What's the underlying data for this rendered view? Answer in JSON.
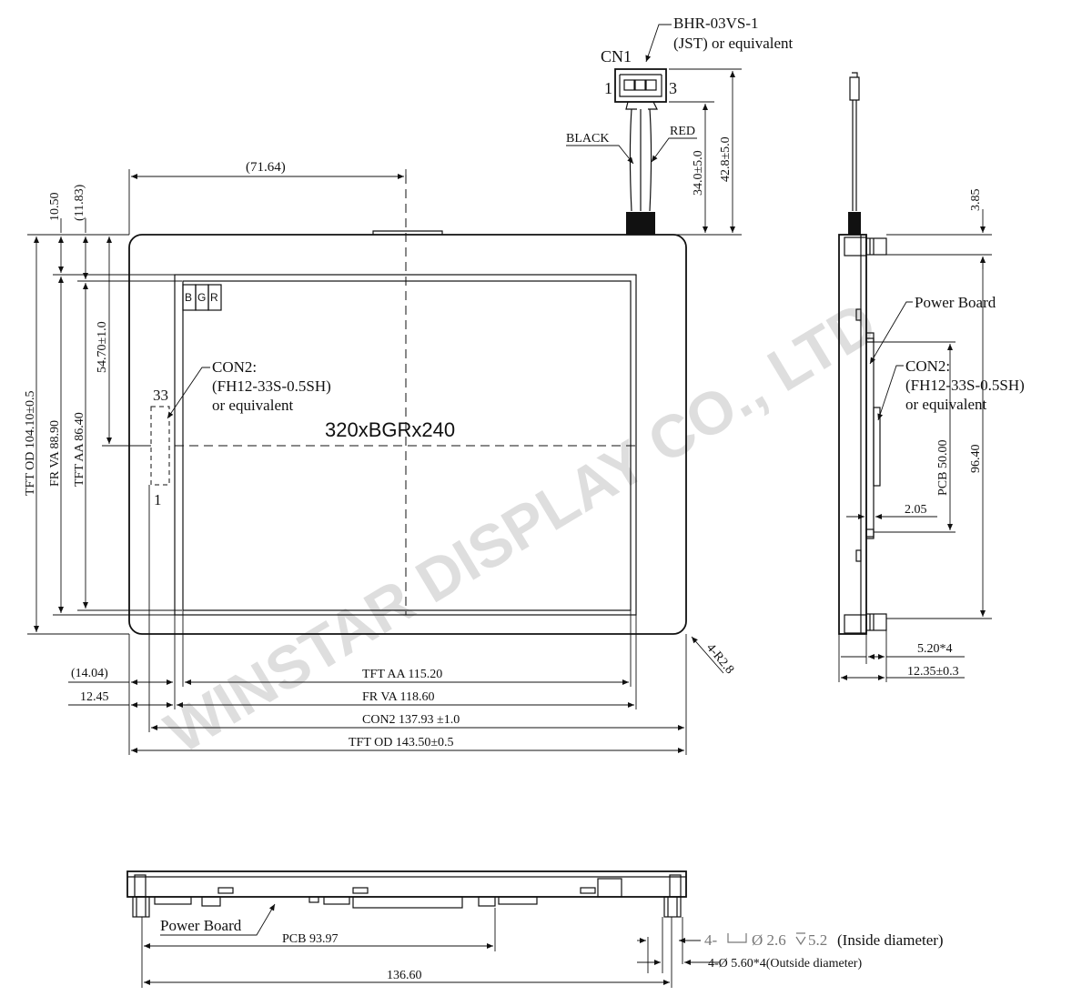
{
  "connector_cn1": {
    "part": "BHR-03VS-1",
    "vendor": "(JST) or  equivalent",
    "label": "CN1",
    "pin_first": "1",
    "pin_last": "3",
    "wire_black": "BLACK",
    "wire_red": "RED",
    "dim_cable": "34.0±5.0",
    "dim_total": "42.8±5.0"
  },
  "front_view": {
    "top_dim": "(71.64)",
    "dim_10_50": "10.50",
    "dim_11_83": "(11.83)",
    "dim_tft_od_h": "TFT OD 104.10±0.5",
    "dim_fr_va_h": "FR VA 88.90",
    "dim_tft_aa_h": "TFT AA 86.40",
    "dim_54_70": "54.70±1.0",
    "resolution": "320xBGRx240",
    "sub_b": "B",
    "sub_g": "G",
    "sub_r": "R",
    "con2_title": "CON2:",
    "con2_part": "(FH12-33S-0.5SH)",
    "con2_equiv": "or equivalent",
    "con2_pin_top": "33",
    "con2_pin_bottom": "1",
    "corner_radius": "4-R2.8",
    "dim_14_04": "(14.04)",
    "dim_12_45": "12.45",
    "dim_tft_aa_w": "TFT AA 115.20",
    "dim_fr_va_w": "FR VA 118.60",
    "dim_con2_w": "CON2  137.93 ±1.0",
    "dim_tft_od_w": "TFT OD 143.50±0.5"
  },
  "side_view": {
    "dim_3_85": "3.85",
    "power_board": "Power Board",
    "con2_title": "CON2:",
    "con2_part": "(FH12-33S-0.5SH)",
    "con2_equiv": "or equivalent",
    "dim_pcb": "PCB 50.00",
    "dim_96_40": "96.40",
    "dim_2_05": "2.05",
    "dim_5_20": "5.20*4",
    "dim_12_35": "12.35±0.3"
  },
  "bottom_view": {
    "power_board": "Power Board",
    "dim_pcb": "PCB 93.97",
    "dim_136_60": "136.60",
    "hole_inside_prefix": "4-",
    "hole_inside_spec": "Ø 2.6",
    "hole_inside_depth": "5.2",
    "hole_inside_label": "(Inside diameter)",
    "hole_outside": "4-Ø 5.60*4(Outside diameter)"
  },
  "watermark": "WINSTAR DISPLAY CO., LTD"
}
